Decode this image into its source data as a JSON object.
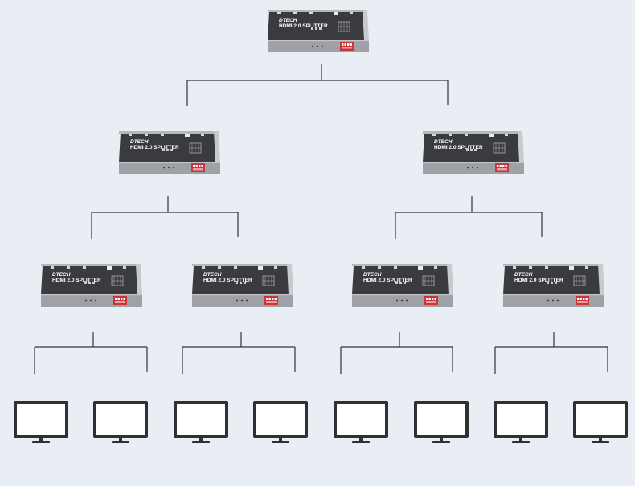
{
  "device": {
    "brand": "DTECH",
    "model": "HDMI 2.0 SPLITTER"
  },
  "colors": {
    "background": "#e9eef4",
    "line": "#333333",
    "device_top": "#3a3b3e",
    "device_front": "#9fa1a6",
    "switch_red": "#c8363c",
    "monitor": "#2f3033"
  },
  "icons": {
    "splitter": "hdmi-splitter-icon",
    "monitor": "monitor-icon"
  },
  "tree": {
    "levels": 3,
    "splitters": 7,
    "outputs_per_splitter": 2,
    "monitors": 8
  }
}
